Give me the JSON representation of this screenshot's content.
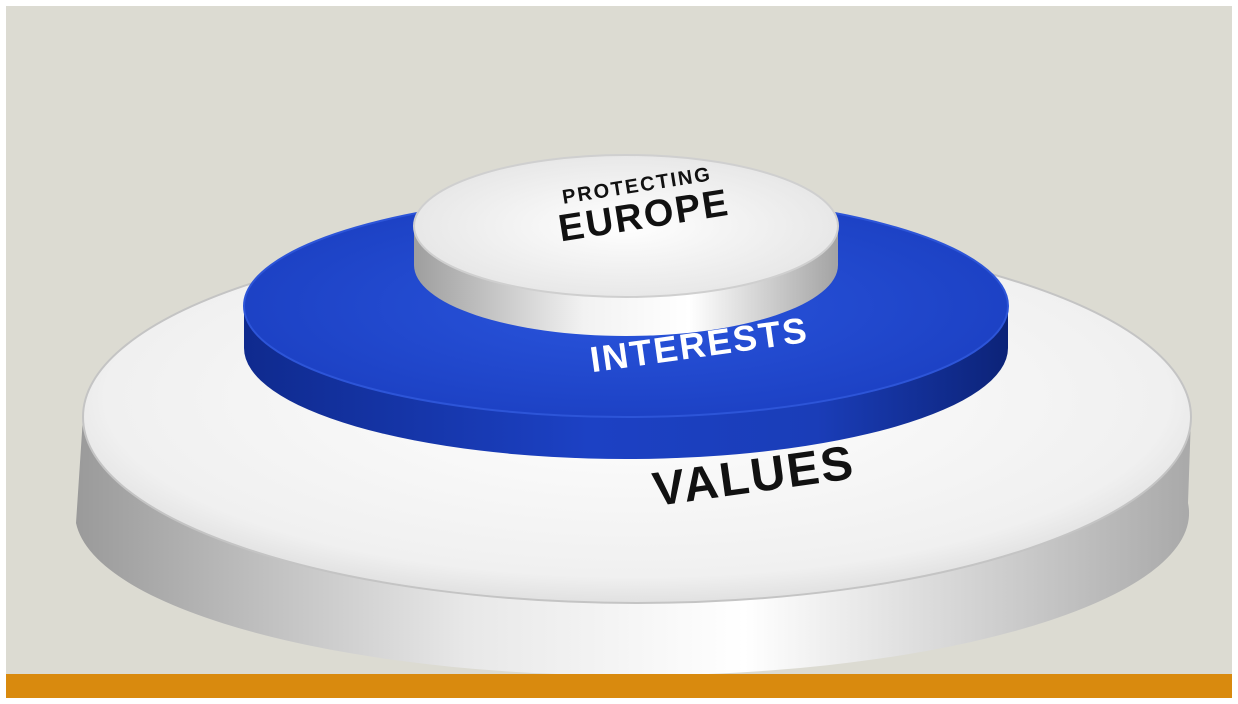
{
  "colors": {
    "background": "#dcdbd2",
    "accent_bar": "#d98a0e",
    "blue_layer": "#1a3ec0",
    "white_layer": "#f3f3f3",
    "label_dark": "#111111",
    "label_light": "#ffffff"
  },
  "layers": {
    "outer": {
      "label": "VALUES"
    },
    "middle": {
      "label": "INTERESTS"
    },
    "inner": {
      "label_line1": "PROTECTING",
      "label_line2": "EUROPE"
    }
  }
}
